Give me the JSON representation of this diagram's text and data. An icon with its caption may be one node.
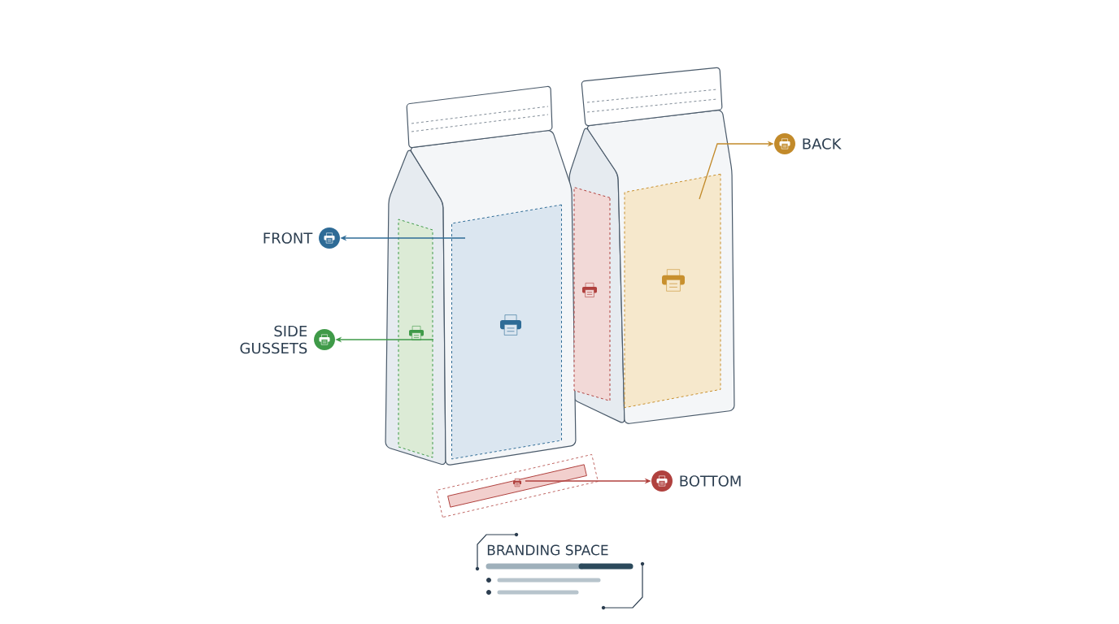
{
  "diagram": {
    "title": "BRANDING SPACE",
    "nodes": [
      {
        "text": [
          "FRONT"
        ]
      },
      {
        "text": [
          "SIDE GUSSETS"
        ]
      },
      {
        "text": [
          "BACK"
        ]
      },
      {
        "text": [
          "BOTTOM"
        ]
      },
      {
        "text": [],
        "shape": "box"
      },
      {
        "text": [],
        "shape": "box"
      },
      {
        "text": [],
        "shape": "box"
      },
      {
        "text": [],
        "shape": "box"
      },
      {
        "text": [],
        "shape": "box"
      }
    ],
    "edges": [
      {
        "from": 5,
        "to": 0,
        "arrow": "to",
        "color": "#2e6b96"
      },
      {
        "from": 4,
        "to": 1,
        "arrow": "to",
        "color": "#3f9a48"
      },
      {
        "from": 7,
        "to": 2,
        "arrow": "to",
        "color": "#c28a2a"
      },
      {
        "from": 8,
        "to": 3,
        "arrow": "to",
        "color": "#b0413e"
      }
    ]
  }
}
